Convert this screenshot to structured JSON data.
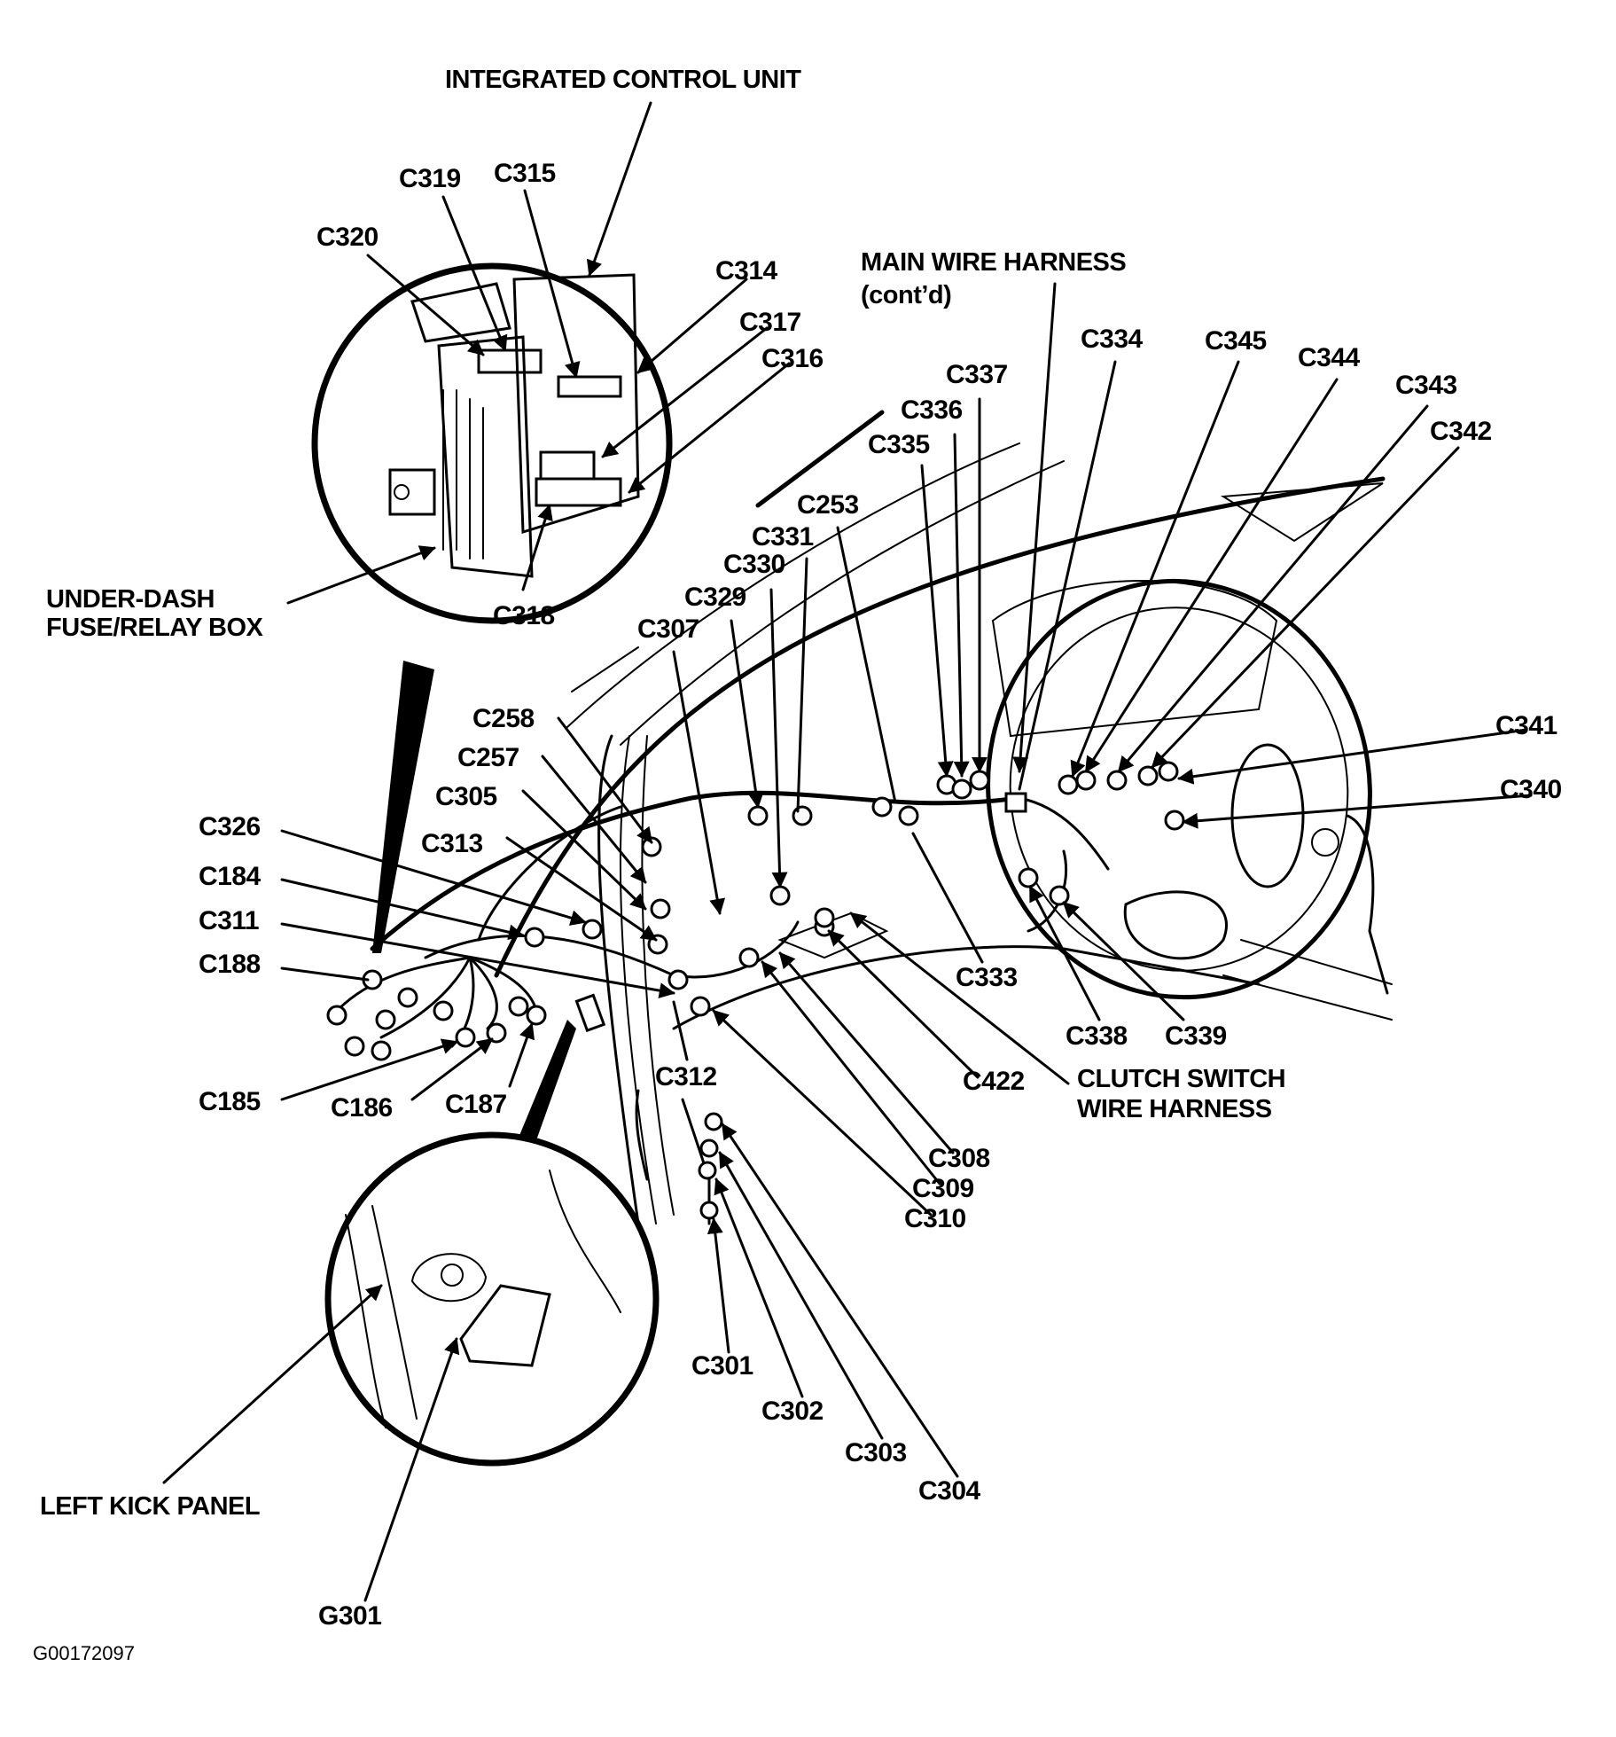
{
  "figure_id": "G00172097",
  "callouts": {
    "integrated_control_unit": "INTEGRATED CONTROL UNIT",
    "main_wire_harness": "MAIN WIRE HARNESS",
    "main_wire_harness_sub": "(cont’d)",
    "under_dash_line1": "UNDER-DASH",
    "under_dash_line2": "FUSE/RELAY BOX",
    "clutch_line1": "CLUTCH SWITCH",
    "clutch_line2": "WIRE HARNESS",
    "left_kick_panel": "LEFT KICK PANEL",
    "ground": "G301"
  },
  "connectors": [
    {
      "id": "C319"
    },
    {
      "id": "C315"
    },
    {
      "id": "C320"
    },
    {
      "id": "C314"
    },
    {
      "id": "C317"
    },
    {
      "id": "C316"
    },
    {
      "id": "C318"
    },
    {
      "id": "C334"
    },
    {
      "id": "C345"
    },
    {
      "id": "C344"
    },
    {
      "id": "C343"
    },
    {
      "id": "C342"
    },
    {
      "id": "C337"
    },
    {
      "id": "C336"
    },
    {
      "id": "C335"
    },
    {
      "id": "C253"
    },
    {
      "id": "C331"
    },
    {
      "id": "C330"
    },
    {
      "id": "C329"
    },
    {
      "id": "C307"
    },
    {
      "id": "C258"
    },
    {
      "id": "C257"
    },
    {
      "id": "C305"
    },
    {
      "id": "C313"
    },
    {
      "id": "C326"
    },
    {
      "id": "C184"
    },
    {
      "id": "C311"
    },
    {
      "id": "C188"
    },
    {
      "id": "C185"
    },
    {
      "id": "C186"
    },
    {
      "id": "C187"
    },
    {
      "id": "C312"
    },
    {
      "id": "C341"
    },
    {
      "id": "C340"
    },
    {
      "id": "C333"
    },
    {
      "id": "C338"
    },
    {
      "id": "C339"
    },
    {
      "id": "C422"
    },
    {
      "id": "C308"
    },
    {
      "id": "C309"
    },
    {
      "id": "C310"
    },
    {
      "id": "C301"
    },
    {
      "id": "C302"
    },
    {
      "id": "C303"
    },
    {
      "id": "C304"
    }
  ]
}
